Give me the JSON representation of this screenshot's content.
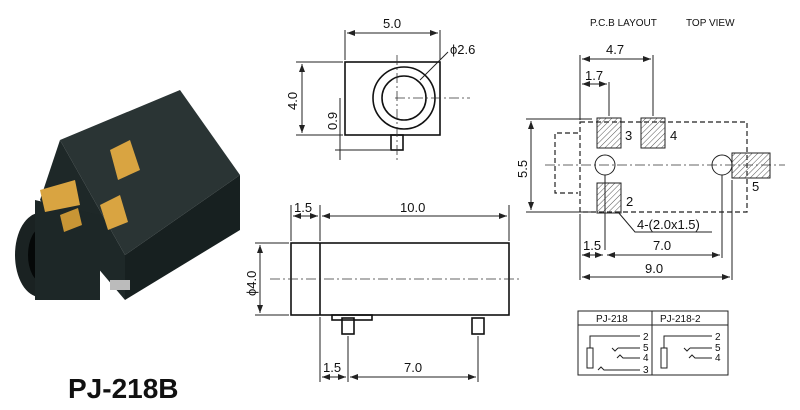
{
  "product": {
    "model": "PJ-218B"
  },
  "front_view": {
    "width": "5.0",
    "diameter": "ϕ2.6",
    "height": "4.0",
    "pin_offset": "0.9"
  },
  "side_view": {
    "front_length": "1.5",
    "length": "10.0",
    "diameter": "ϕ4.0",
    "pin1_offset": "1.5",
    "pin_spacing": "7.0"
  },
  "pcb_layout": {
    "title": "P.C.B LAYOUT",
    "view": "TOP VIEW",
    "dim_total_pad_span": "4.7",
    "dim_pad_offset": "1.7",
    "dim_height": "5.5",
    "dim_hole_offset": "1.5",
    "dim_hole_spacing": "7.0",
    "dim_total": "9.0",
    "pad_note": "4-(2.0x1.5)",
    "pads": [
      "2",
      "3",
      "4",
      "5"
    ]
  },
  "schematic": {
    "columns": [
      {
        "name": "PJ-218",
        "pins": [
          "2",
          "5",
          "4",
          "3"
        ]
      },
      {
        "name": "PJ-218-2",
        "pins": [
          "2",
          "5",
          "4"
        ]
      }
    ]
  },
  "colors": {
    "housing": "#1f2a2a",
    "contacts": "#d9a441",
    "hatch": "#555555"
  }
}
